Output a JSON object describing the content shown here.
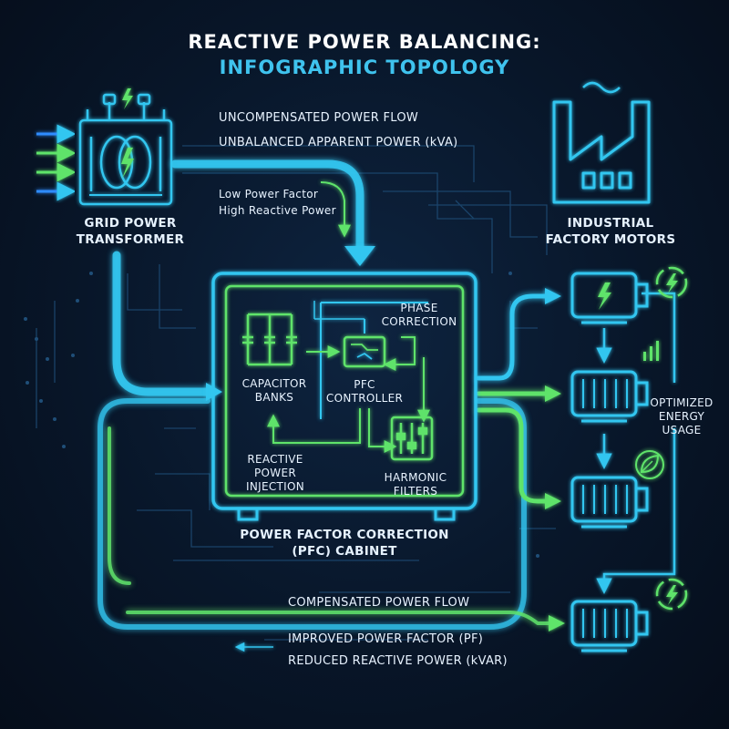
{
  "title": {
    "line1": "REACTIVE POWER BALANCING:",
    "line2": "INFOGRAPHIC TOPOLOGY"
  },
  "labels": {
    "uncompensated_flow": "UNCOMPENSATED POWER FLOW",
    "unbalanced_power": "UNBALANCED APPARENT POWER (kVA)",
    "low_pf": "Low Power Factor",
    "high_reactive": "High Reactive Power",
    "grid_line1": "GRID POWER",
    "grid_line2": "TRANSFORMER",
    "factory_line1": "INDUSTRIAL",
    "factory_line2": "FACTORY MOTORS",
    "phase_line1": "PHASE",
    "phase_line2": "CORRECTION",
    "capacitor_line1": "CAPACITOR",
    "capacitor_line2": "BANKS",
    "pfc_line1": "PFC",
    "pfc_line2": "CONTROLLER",
    "reactive_line1": "REACTIVE",
    "reactive_line2": "POWER",
    "reactive_line3": "INJECTION",
    "harmonic_line1": "HARMONIC",
    "harmonic_line2": "FILTERS",
    "cabinet_line1": "POWER FACTOR CORRECTION",
    "cabinet_line2": "(PFC) CABINET",
    "optimized_line1": "OPTIMIZED",
    "optimized_line2": "ENERGY",
    "optimized_line3": "USAGE",
    "compensated_flow": "COMPENSATED POWER FLOW",
    "improved_pf": "IMPROVED POWER FACTOR (PF)",
    "reduced_kvar": "REDUCED REACTIVE POWER (kVAR)"
  },
  "colors": {
    "cyan": "#33c6f0",
    "green": "#5fe36b",
    "blue": "#2f8cff",
    "text": "#e8f3ff",
    "background": "#081629"
  },
  "icons": [
    "transformer-icon",
    "factory-icon",
    "motor-icon",
    "capacitor-icon",
    "controller-icon",
    "filter-icon",
    "leaf-icon",
    "bolt-icon",
    "bar-chart-icon"
  ]
}
